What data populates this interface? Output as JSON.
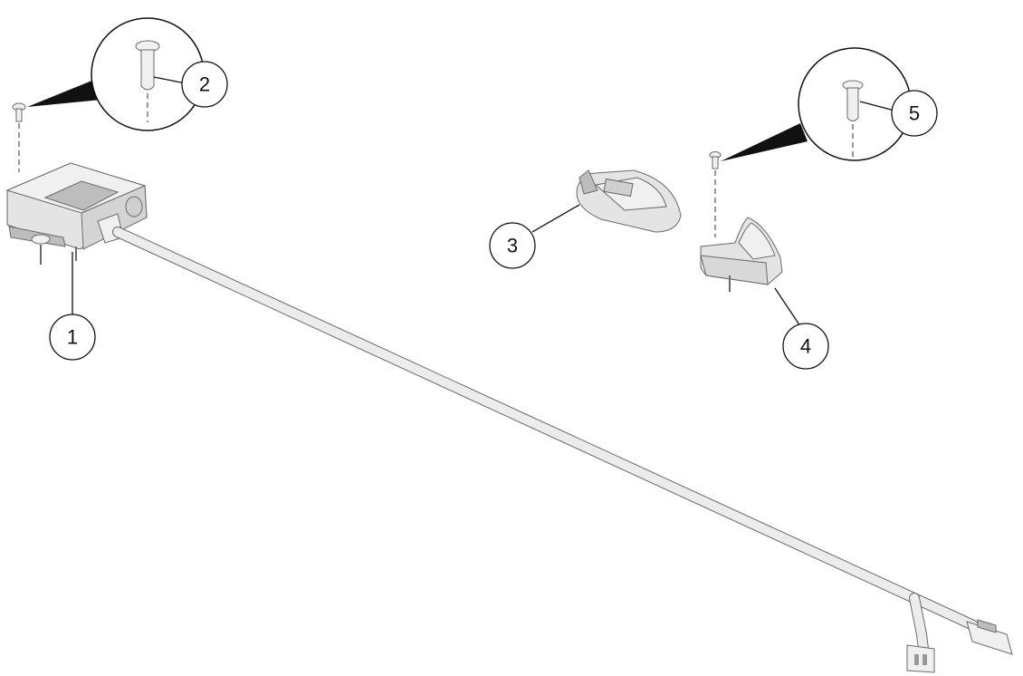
{
  "callouts": [
    {
      "id": "1",
      "label": "1",
      "part": "antenna-module-with-cable"
    },
    {
      "id": "2",
      "label": "2",
      "part": "screw"
    },
    {
      "id": "3",
      "label": "3",
      "part": "key-fob-remote"
    },
    {
      "id": "4",
      "label": "4",
      "part": "key-holder-bracket"
    },
    {
      "id": "5",
      "label": "5",
      "part": "screw"
    }
  ],
  "colors": {
    "line": "#111111",
    "part_fill": "#e4e4e4",
    "part_stroke": "#6a6a6a",
    "background": "#ffffff"
  }
}
